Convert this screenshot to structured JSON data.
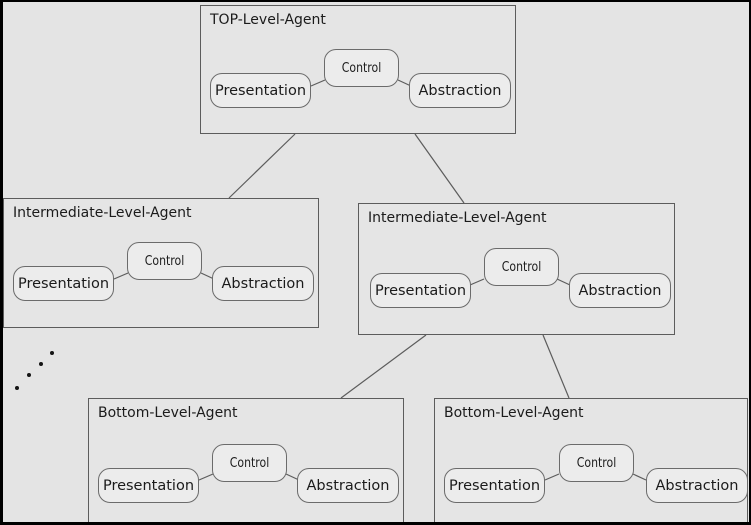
{
  "diagram": {
    "agents": [
      {
        "label": "TOP-Level-Agent",
        "components": {
          "presentation": "Presentation",
          "control": "Control",
          "abstraction": "Abstraction"
        }
      },
      {
        "label": "Intermediate-Level-Agent",
        "components": {
          "presentation": "Presentation",
          "control": "Control",
          "abstraction": "Abstraction"
        }
      },
      {
        "label": "Intermediate-Level-Agent",
        "components": {
          "presentation": "Presentation",
          "control": "Control",
          "abstraction": "Abstraction"
        }
      },
      {
        "label": "Bottom-Level-Agent",
        "components": {
          "presentation": "Presentation",
          "control": "Control",
          "abstraction": "Abstraction"
        }
      },
      {
        "label": "Bottom-Level-Agent",
        "components": {
          "presentation": "Presentation",
          "control": "Control",
          "abstraction": "Abstraction"
        }
      }
    ],
    "ellipsis": {
      "dot_count": 4
    },
    "colors": {
      "background": "#e4e4e4",
      "frame": "#000000",
      "box_fill": "#e5e5e5",
      "box_border": "#5c5c5c",
      "pill_fill": "#ececec",
      "pill_border": "#6b6b6b",
      "connector": "#5c5c5c",
      "text": "#1b1b1b"
    }
  }
}
